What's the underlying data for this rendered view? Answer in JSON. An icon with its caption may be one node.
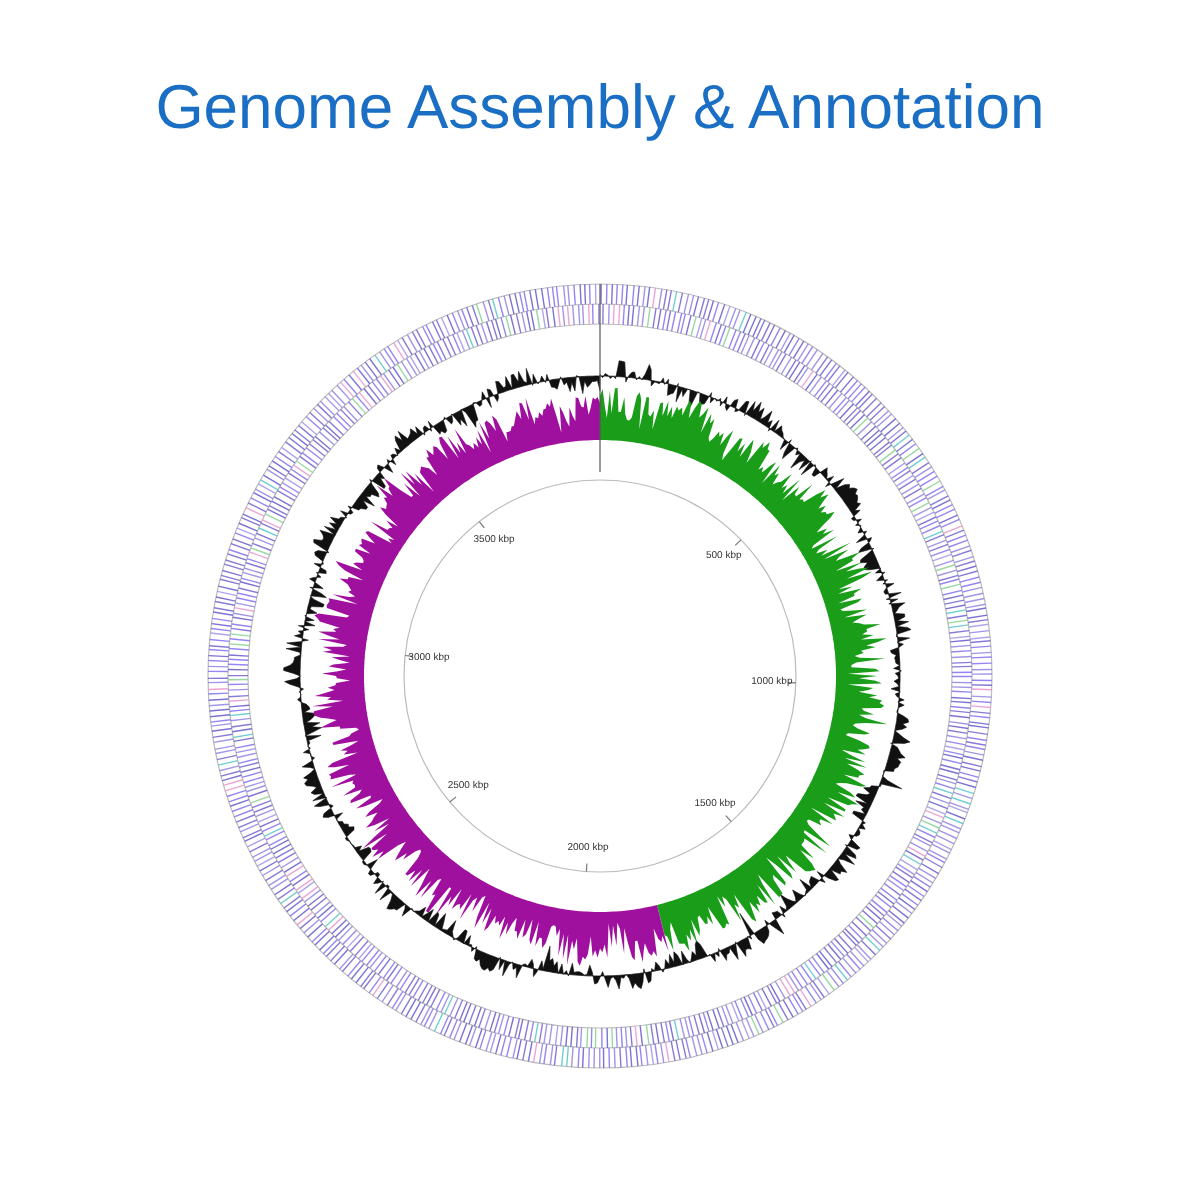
{
  "diagram": {
    "title": "Genome Assembly & Annotation",
    "labels": [
      "500 kbp",
      "1000 kbp",
      "1500 kbp",
      "2000 kbp",
      "2500 kbp",
      "3000 kbp",
      "3500 kbp"
    ]
  }
}
